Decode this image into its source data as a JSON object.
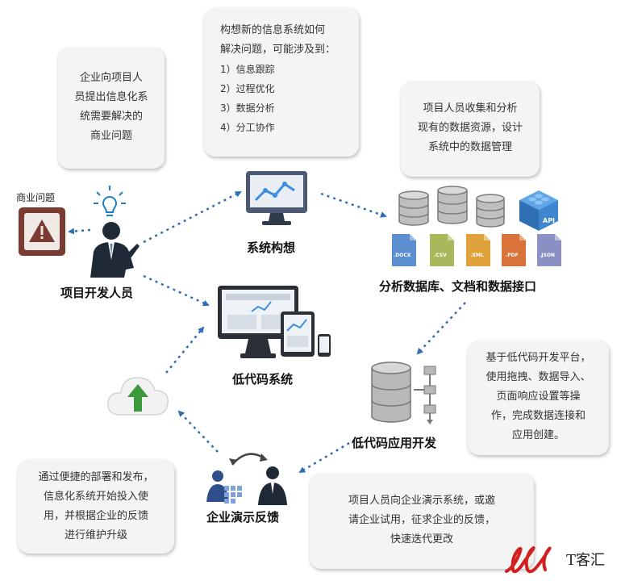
{
  "bubbles": {
    "business": [
      "企业向项目人",
      "员提出信息化系",
      "统需要解决的",
      "商业问题"
    ],
    "design": {
      "lead": [
        "构想新的信息系统如何",
        "解决问题，可能涉及到："
      ],
      "items": [
        "1）信息跟踪",
        "2）过程优化",
        "3）数据分析",
        "4）分工协作"
      ]
    },
    "analysis": [
      "项目人员收集和分析",
      "现有的数据资源，设计",
      "系统中的数据管理"
    ],
    "platform": [
      "基于低代码开发平台，",
      "使用拖拽、数据导入、",
      "页面响应设置等操",
      "作，完成数据连接和",
      "应用创建。"
    ],
    "demo": [
      "项目人员向企业演示系统，或邀",
      "请企业试用，征求企业的反馈，",
      "快速迭代更改"
    ],
    "deploy": [
      "通过便捷的部署和发布，",
      "信息化系统开始投入使",
      "用，并根据企业的反馈",
      "进行维护升级"
    ]
  },
  "labels": {
    "business_problem": "商业问题",
    "developer": "项目开发人员",
    "system_design": "系统构想",
    "data_sources": "分析数据库、文档和数据接口",
    "lowcode_system": "低代码系统",
    "lowcode_dev": "低代码应用开发",
    "enterprise_feedback": "企业演示反馈"
  },
  "doc_types": [
    ".DOCX",
    ".CSV",
    ".XML",
    ".PDF",
    ".JSON"
  ],
  "api_label": "API",
  "logo": {
    "text": "T客汇"
  },
  "colors": {
    "arrow": "#2e6fb5",
    "bubble_bg": "#f4f4f4",
    "doc_docx": "#5b8fd0",
    "doc_csv": "#a9b85a",
    "doc_xml": "#e0a23a",
    "doc_pdf": "#d9733a",
    "doc_json": "#8a8fc4",
    "warning_bg": "#7a3b32",
    "monitor": "#4a5a72",
    "logo_red": "#d21f1f"
  },
  "icons": [
    "warning-icon",
    "lightbulb-icon",
    "businessman-icon",
    "monitor-chart-icon",
    "database-icon",
    "lego-api-icon",
    "document-icon",
    "devices-icon",
    "database-flow-icon",
    "cloud-upload-icon",
    "team-feedback-icon",
    "logo-icon"
  ]
}
